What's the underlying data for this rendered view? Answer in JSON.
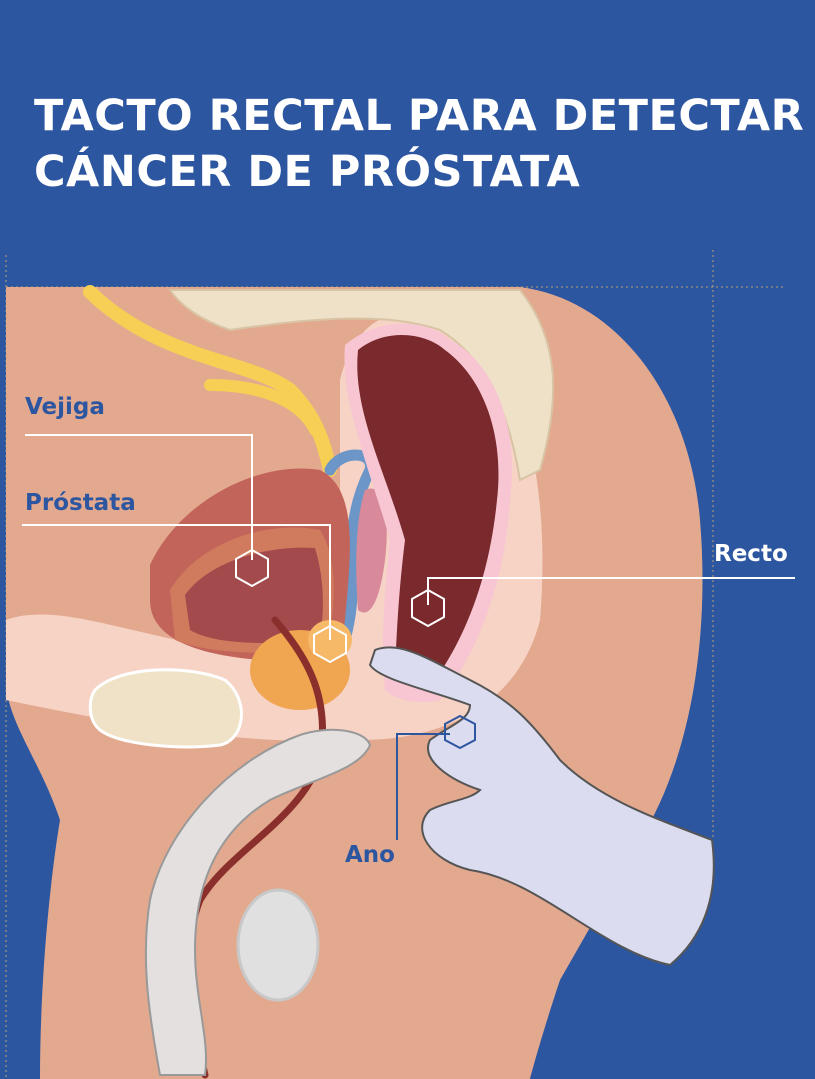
{
  "title": {
    "line1": "TACTO RECTAL PARA DETECTAR",
    "line2": "CÁNCER DE PRÓSTATA"
  },
  "labels": {
    "bladder": "Vejiga",
    "prostate": "Próstata",
    "rectum": "Recto",
    "anus": "Ano"
  },
  "colors": {
    "background": "#2d56a1",
    "label_blue": "#2d56a1",
    "label_white": "#ffffff",
    "skin": "#e3a98f",
    "bladder": "#c0605a",
    "rectum": "#7a2a2c",
    "prostate": "#f0a550",
    "glove": "#dcdcf0"
  }
}
